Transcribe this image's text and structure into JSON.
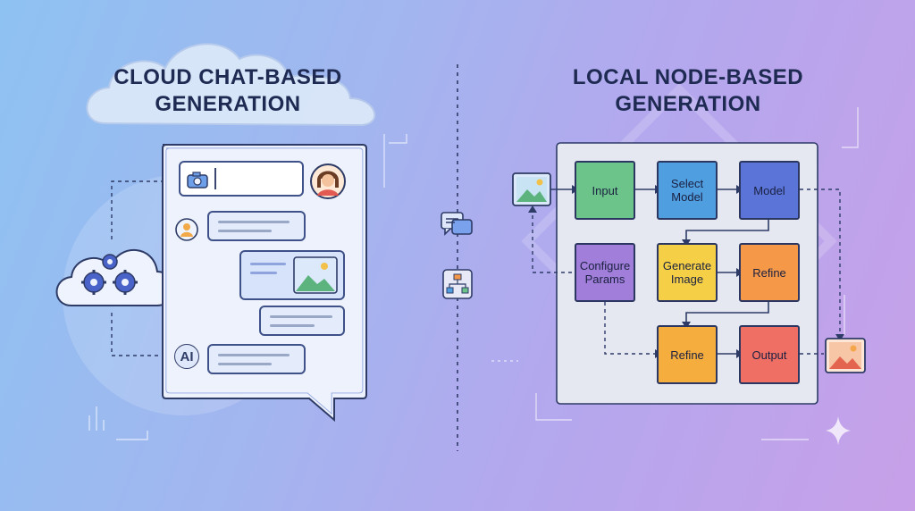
{
  "left": {
    "title": "CLOUD CHAT-BASED\nGENERATION",
    "ai_label": "AI"
  },
  "right": {
    "title": "LOCAL NODE-BASED\nGENERATION",
    "nodes": {
      "input": "Input",
      "select_model": "Select\nModel",
      "model": "Model",
      "configure_params": "Configure\nParams",
      "generate_image": "Generate\nImage",
      "refine_top": "Refine",
      "refine_bottom": "Refine",
      "output": "Output"
    }
  },
  "colors": {
    "input": "#6cc48a",
    "select_model": "#4f9ee0",
    "model": "#5a74d8",
    "configure_params": "#a07ed9",
    "generate_image": "#f5d046",
    "refine": "#f59848",
    "output": "#ef6f64",
    "outline": "#2b3760"
  }
}
